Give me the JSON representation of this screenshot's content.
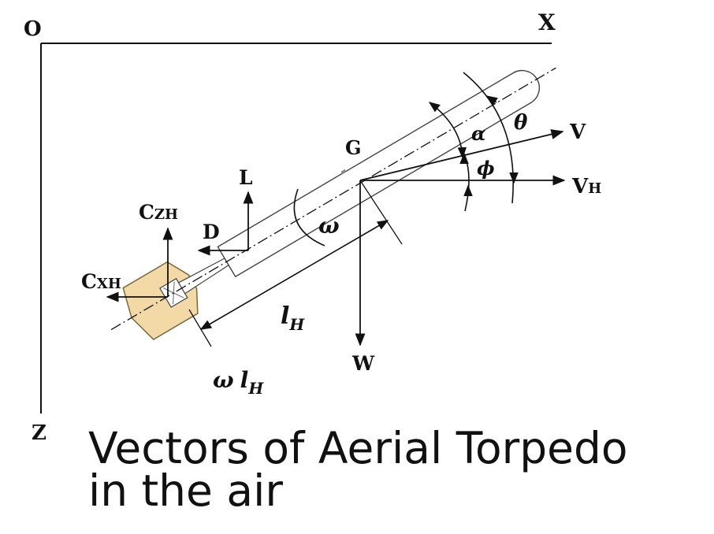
{
  "axes": {
    "origin": "O",
    "x": "X",
    "z": "Z"
  },
  "labels": {
    "G": "G",
    "L": "L",
    "D": "D",
    "V": "V",
    "VH_main": "V",
    "VH_sub": "H",
    "W": "W",
    "CZH_main": "C",
    "CZH_sub": "ZH",
    "CXH_main": "C",
    "CXH_sub": "XH",
    "alpha": "α",
    "theta": "θ",
    "phi": "ϕ",
    "omega": "ω",
    "lH_main": "l",
    "lH_sub": "H",
    "omega_lH_omega": "ω",
    "omega_lH_l": "l",
    "omega_lH_sub": "H"
  },
  "caption": {
    "line1": "Vectors of Aerial Torpedo",
    "line2": "in the air"
  },
  "colors": {
    "tail": "#f2d9a6",
    "tail_stroke": "#7a6a40",
    "ink": "#111111",
    "body": "#ffffff"
  }
}
